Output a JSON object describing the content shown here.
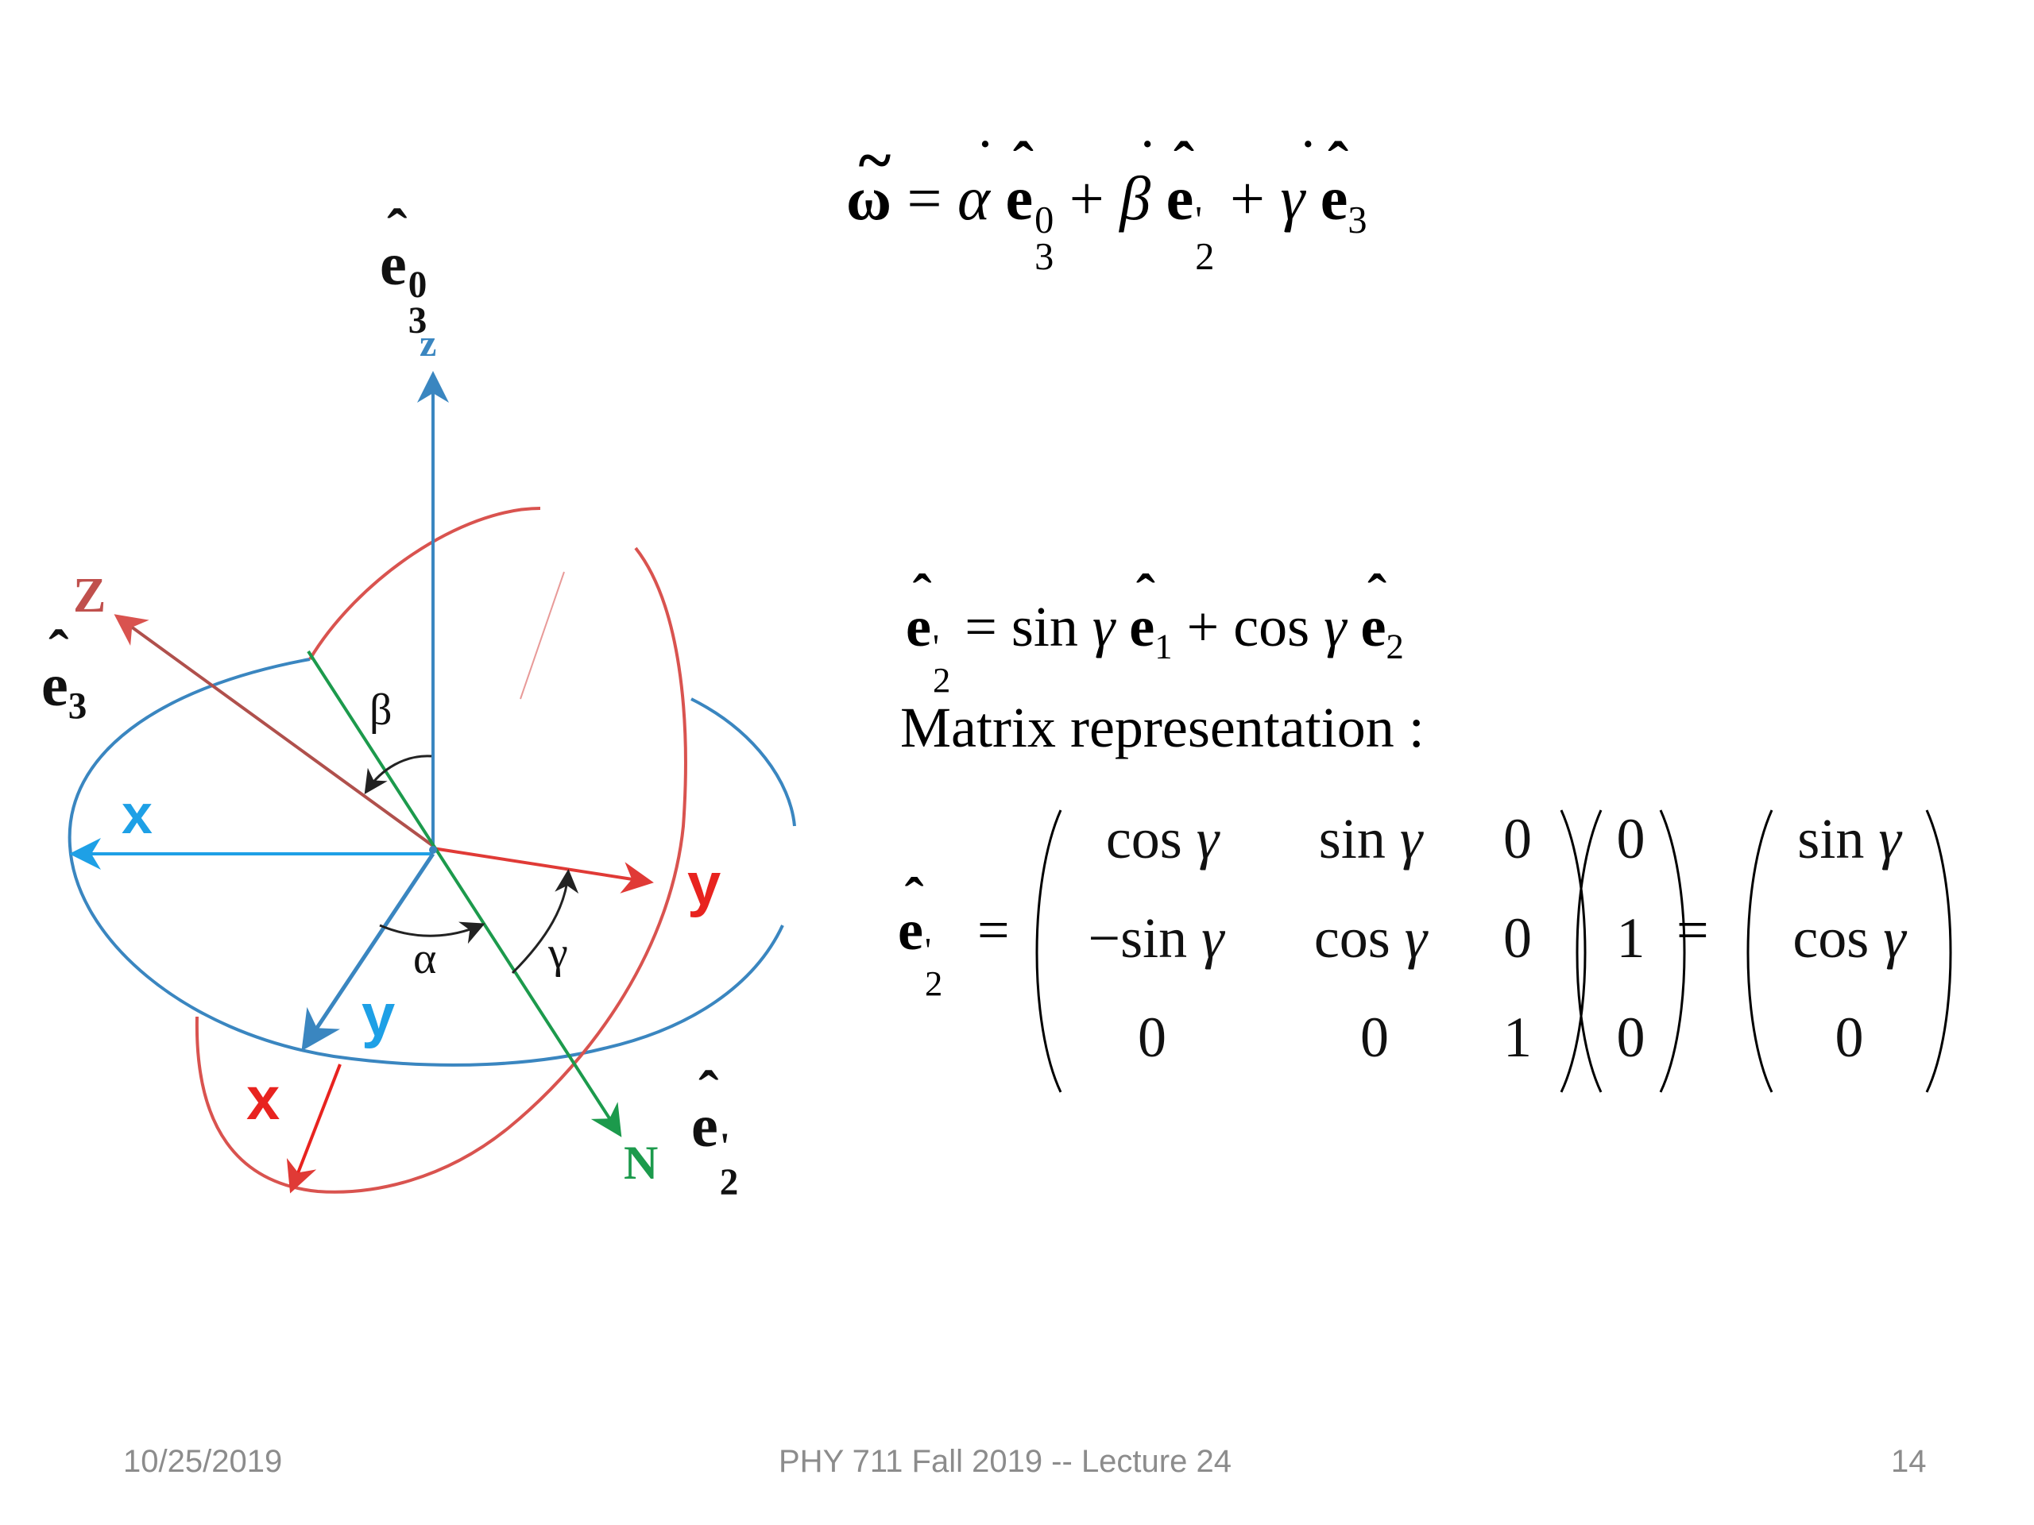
{
  "equation_omega": {
    "omega": "ω",
    "eq": "=",
    "alpha": "α",
    "e": "e",
    "e3_0_sub": "3",
    "e3_0_sup": "0",
    "plus": "+",
    "beta": "β",
    "e2p_sub": "2",
    "e2p_sup": "'",
    "gamma": "γ",
    "e3_sub": "3"
  },
  "equation_e2prime": {
    "lhs_sub": "2",
    "lhs_sup": "'",
    "eq": "=",
    "sin": "sin",
    "gamma": "γ",
    "e1_sub": "1",
    "plus": "+",
    "cos": "cos",
    "e2_sub": "2"
  },
  "matrix_caption": "Matrix representation :",
  "matrix_equation": {
    "lhs_sub": "2",
    "lhs_sup": "'",
    "eq": "=",
    "rotation_matrix": [
      [
        "cos γ",
        "sin γ",
        "0"
      ],
      [
        "−sin γ",
        "cos γ",
        "0"
      ],
      [
        "0",
        "0",
        "1"
      ]
    ],
    "vector": [
      "0",
      "1",
      "0"
    ],
    "result": [
      "sin γ",
      "cos γ",
      "0"
    ]
  },
  "diagram": {
    "axis_z_blue": "z",
    "axis_x_blue": "x",
    "axis_y_blue": "y",
    "axis_z_red": "Z",
    "axis_x_red": "x",
    "axis_y_red": "y",
    "node_line": "N",
    "angle_alpha": "α",
    "angle_beta": "β",
    "angle_gamma": "γ",
    "label_e3_0_sub": "3",
    "label_e3_0_sup": "0",
    "label_e3_sub": "3",
    "label_e2p_sub": "2",
    "label_e2p_sup": "'",
    "e": "e",
    "colors": {
      "blue_frame": "#3a86c0",
      "cyan_axis": "#1ea0e6",
      "red_frame": "#d9534f",
      "red_axis": "#e8231f",
      "node_green": "#1c9a4c"
    }
  },
  "footer": {
    "date": "10/25/2019",
    "title": "PHY 711  Fall 2019 -- Lecture 24",
    "page": "14"
  }
}
